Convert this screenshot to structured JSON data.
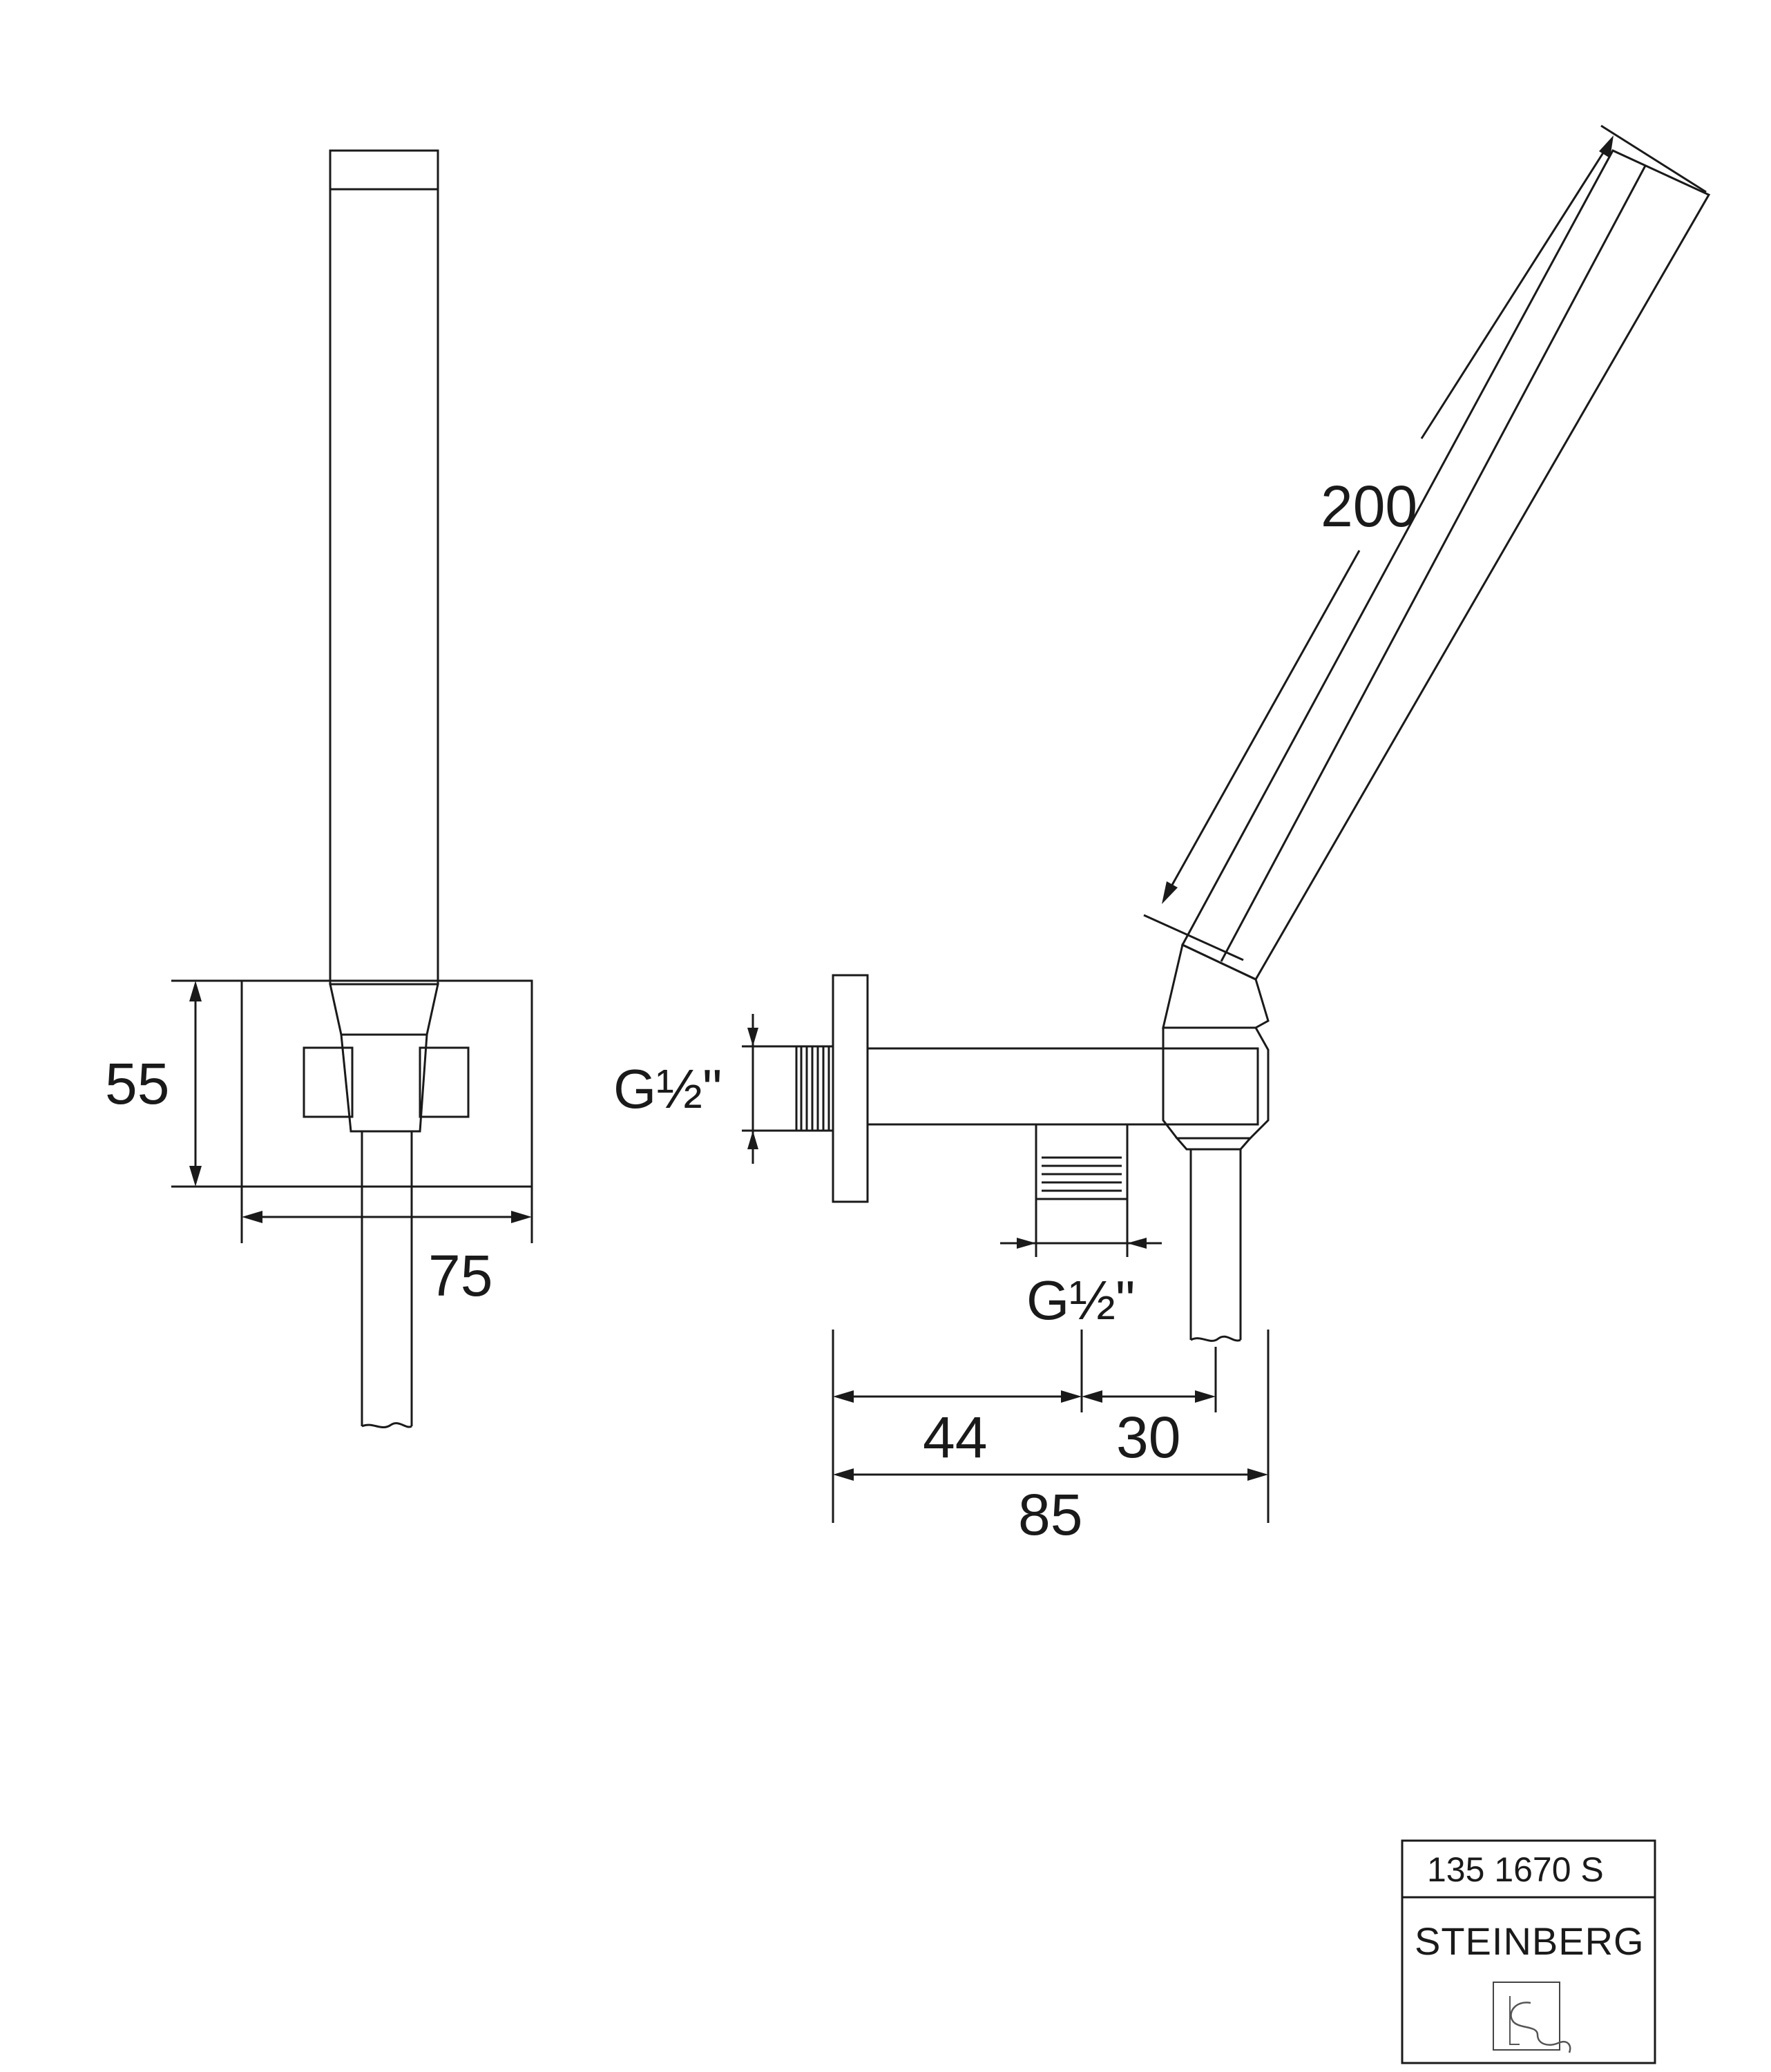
{
  "dimensions": {
    "front_height": "55",
    "front_width": "75",
    "handshower_length": "200",
    "thread_inlet": "G½\"",
    "thread_outlet": "G½\"",
    "outlet_distance": "44",
    "hose_distance": "30",
    "total_depth": "85"
  },
  "title_block": {
    "article_number": "135 1670 S",
    "brand": "STEINBERG",
    "logo_icon": "steinberg-logo-icon"
  }
}
